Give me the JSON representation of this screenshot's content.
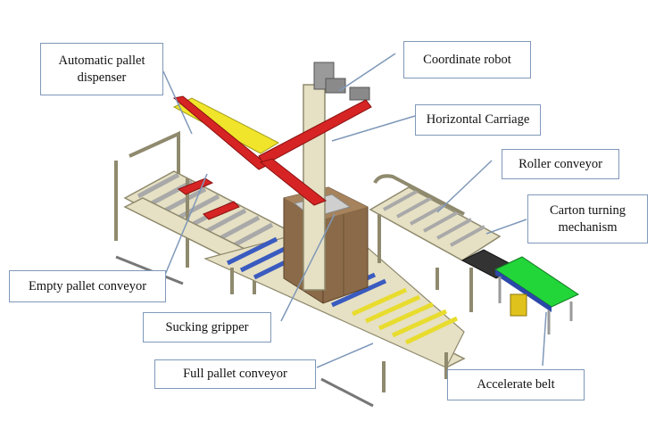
{
  "labels": {
    "automatic_pallet_dispenser": "Automatic pallet dispenser",
    "coordinate_robot": "Coordinate robot",
    "horizontal_carriage": "Horizontal Carriage",
    "roller_conveyor": "Roller conveyor",
    "carton_turning_mechanism": "Carton turning mechanism",
    "empty_pallet_conveyor": "Empty pallet conveyor",
    "sucking_gripper": "Sucking gripper",
    "full_pallet_conveyor": "Full pallet conveyor",
    "accelerate_belt": "Accelerate belt"
  },
  "colors": {
    "callout_border": "#7f98b9",
    "leader_line": "#7f98b9",
    "frame": "#e6e0c4",
    "frame_edge": "#8f8a6e",
    "robot_arm": "#d62424",
    "yellow_beam": "#f0e52a",
    "rollers": "#a9a9a9",
    "blue_rollers": "#3a5bbf",
    "carton_stack": "#8a6a48",
    "green_belt": "#22d63a",
    "conveyor_side": "#2b47a8"
  }
}
